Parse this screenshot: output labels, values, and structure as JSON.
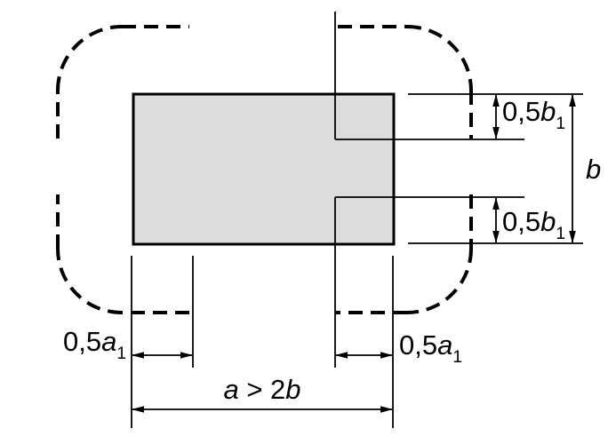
{
  "figure": {
    "colors": {
      "background": "#ffffff",
      "line": "#000000",
      "body_fill": "#dcdcdc"
    },
    "labels": {
      "half_b1_top": {
        "prefix": "0,5",
        "variable": "b",
        "subscript": "1"
      },
      "half_b1_bottom": {
        "prefix": "0,5",
        "variable": "b",
        "subscript": "1"
      },
      "b_total": {
        "variable": "b"
      },
      "half_a1_left": {
        "prefix": "0,5",
        "variable": "a",
        "subscript": "1"
      },
      "half_a1_right": {
        "prefix": "0,5",
        "variable": "a",
        "subscript": "1"
      },
      "a_constraint": {
        "variable_a": "a",
        "relation": " > 2",
        "variable_b": "b"
      }
    }
  }
}
